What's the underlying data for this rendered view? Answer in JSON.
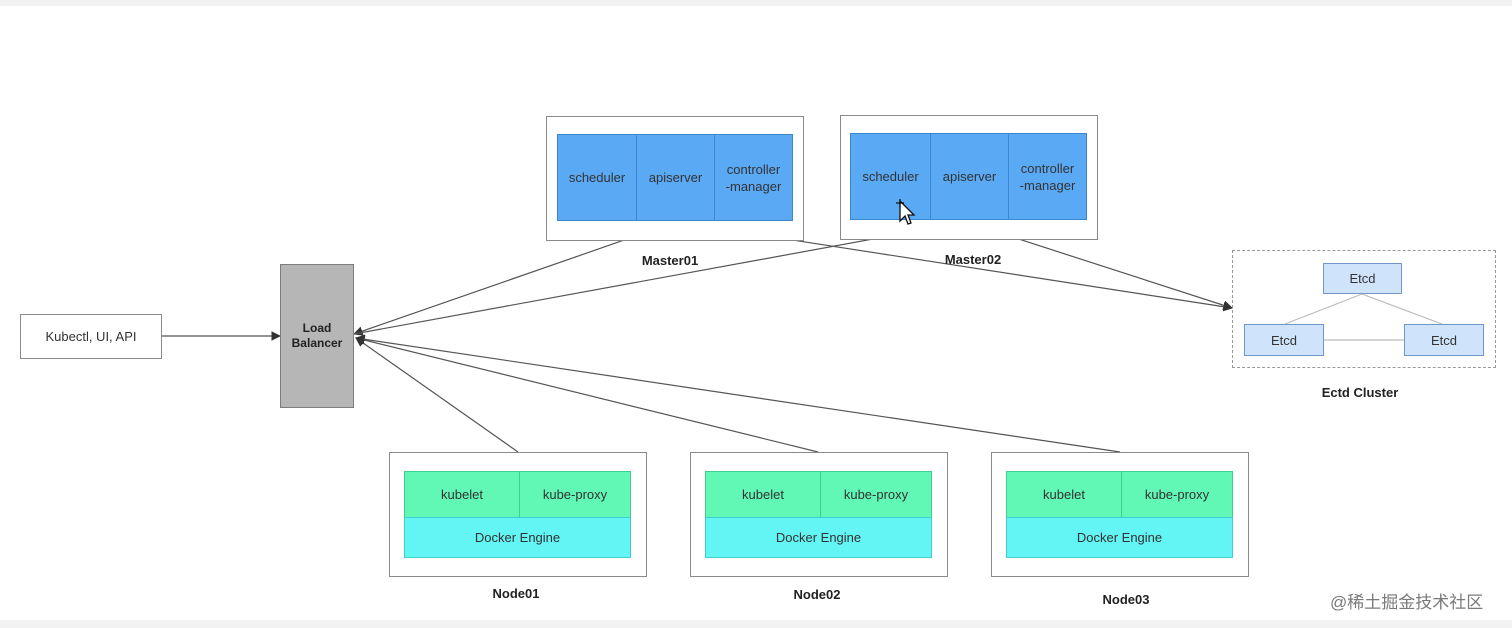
{
  "client": {
    "label": "Kubectl, UI, API"
  },
  "load_balancer": {
    "label_line1": "Load",
    "label_line2": "Balancer"
  },
  "masters": [
    {
      "caption": "Master01",
      "scheduler": "scheduler",
      "apiserver": "apiserver",
      "controller_line1": "controller",
      "controller_line2": "-manager"
    },
    {
      "caption": "Master02",
      "scheduler": "scheduler",
      "apiserver": "apiserver",
      "controller_line1": "controller",
      "controller_line2": "-manager"
    }
  ],
  "nodes": [
    {
      "caption": "Node01",
      "kubelet": "kubelet",
      "kube_proxy": "kube-proxy",
      "engine": "Docker Engine"
    },
    {
      "caption": "Node02",
      "kubelet": "kubelet",
      "kube_proxy": "kube-proxy",
      "engine": "Docker Engine"
    },
    {
      "caption": "Node03",
      "kubelet": "kubelet",
      "kube_proxy": "kube-proxy",
      "engine": "Docker Engine"
    }
  ],
  "etcd_cluster": {
    "caption": "Ectd Cluster",
    "members": [
      "Etcd",
      "Etcd",
      "Etcd"
    ]
  },
  "watermark": "@稀土掘金技术社区",
  "colors": {
    "master_component": "#5aa9f5",
    "node_component": "#61f7b4",
    "docker_engine": "#63f4f4",
    "etcd": "#cfe3fb",
    "load_balancer": "#b6b6b6"
  }
}
